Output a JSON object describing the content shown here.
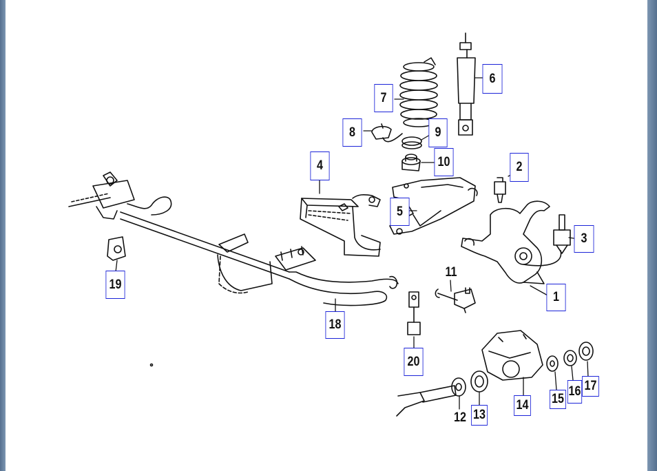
{
  "diagram": {
    "callouts": [
      "1",
      "2",
      "3",
      "4",
      "5",
      "6",
      "7",
      "8",
      "9",
      "10",
      "11",
      "12",
      "13",
      "14",
      "15",
      "16",
      "17",
      "18",
      "19",
      "20"
    ]
  },
  "colors": {
    "callout_border": "#1a22d8",
    "line_art": "#111111",
    "frame": "#6a84a3"
  }
}
